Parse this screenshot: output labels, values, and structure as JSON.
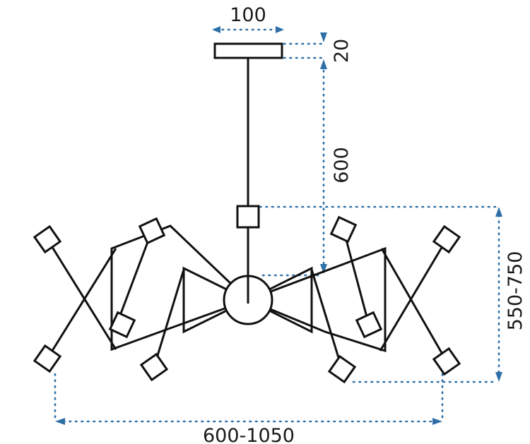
{
  "dimensions": {
    "canopy_width": "100",
    "canopy_height": "20",
    "rod_length": "600",
    "body_height": "550-750",
    "body_width": "600-1050"
  },
  "colors": {
    "dimension": "#2f6fa7",
    "outline": "#111111"
  }
}
